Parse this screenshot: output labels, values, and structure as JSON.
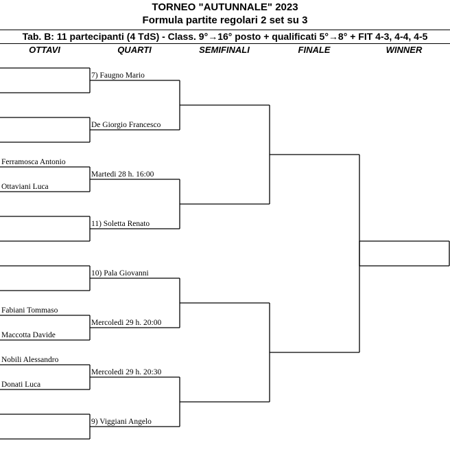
{
  "header": {
    "title": "TORNEO  \"AUTUNNALE\"  2023",
    "subtitle": "Formula partite regolari 2 set su 3",
    "info": "Tab. B: 11 partecipanti (4 TdS) - Class. 9°→16° posto + qualificati 5°→8° + FIT 4-3, 4-4, 4-5"
  },
  "rounds": [
    "OTTAVI",
    "QUARTI",
    "SEMIFINALI",
    "FINALE",
    "WINNER"
  ],
  "ottavi": [
    "",
    "",
    "",
    "",
    "Ferramosca Antonio",
    "Ottaviani Luca",
    "",
    "",
    "",
    "",
    "Fabiani Tommaso",
    "Maccotta Davide",
    "Nobili Alessandro",
    "Donati Luca",
    "",
    ""
  ],
  "quarti": [
    "7) Faugno Mario",
    "De Giorgio Francesco",
    "Martedi 28 h. 16:00",
    "11) Soletta Renato",
    "10) Pala Giovanni",
    "Mercoledi 29 h. 20:00",
    "Mercoledi 29 h. 20:30",
    "9) Viggiani Angelo"
  ],
  "semifinali": [
    "",
    "",
    "",
    ""
  ],
  "finale": [
    "",
    ""
  ],
  "winner": ""
}
